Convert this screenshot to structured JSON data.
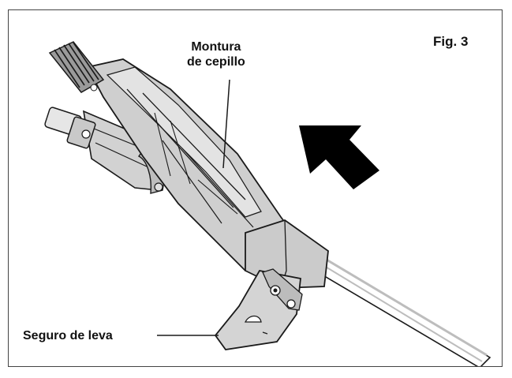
{
  "figure": {
    "label": "Fig. 3",
    "callouts": {
      "brush_mount_line1": "Montura",
      "brush_mount_line2": "de cepillo",
      "cam_lock": "Seguro de leva"
    }
  },
  "colors": {
    "frame": "#444444",
    "metal_light": "#d4d4d4",
    "metal_mid": "#b8b8b8",
    "metal_dark": "#8a8a8a",
    "outline": "#1a1a1a",
    "arrow": "#000000"
  }
}
